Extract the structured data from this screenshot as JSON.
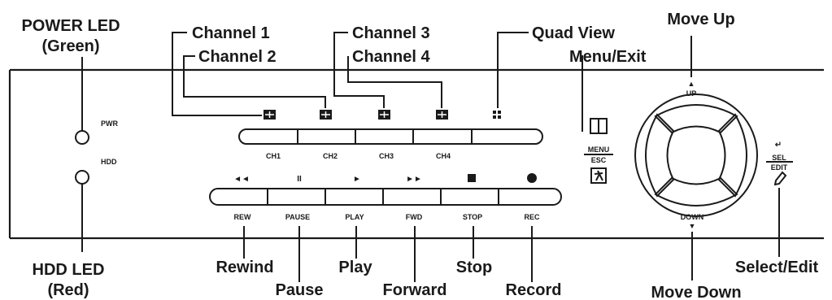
{
  "callouts": {
    "power_led": "POWER LED",
    "power_led_color": "(Green)",
    "hdd_led": "HDD LED",
    "hdd_led_color": "(Red)",
    "channel1": "Channel 1",
    "channel2": "Channel 2",
    "channel3": "Channel 3",
    "channel4": "Channel 4",
    "quad_view": "Quad View",
    "menu_exit": "Menu/Exit",
    "move_up": "Move Up",
    "move_down": "Move Down",
    "select_edit": "Select/Edit",
    "rewind": "Rewind",
    "pause": "Pause",
    "play": "Play",
    "forward": "Forward",
    "stop": "Stop",
    "record": "Record"
  },
  "panel_labels": {
    "pwr": "PWR",
    "hdd": "HDD",
    "ch1": "CH1",
    "ch2": "CH2",
    "ch3": "CH3",
    "ch4": "CH4",
    "rew": "REW",
    "pause": "PAUSE",
    "play": "PLAY",
    "fwd": "FWD",
    "stop": "STOP",
    "rec": "REC",
    "menu": "MENU",
    "esc": "ESC",
    "sel": "SEL",
    "edit": "EDIT",
    "up": "UP",
    "down": "DOWN"
  },
  "glyphs": {
    "rew": "◄◄",
    "pause": "II",
    "play": "►",
    "fwd": "►►",
    "up_arrow": "▲",
    "down_arrow": "▼",
    "enter": "↵"
  },
  "icons": {
    "channel": "grid-icon",
    "quad": "quad-dots-icon",
    "menu": "book-icon",
    "esc": "exit-person-icon",
    "edit": "pencil-icon",
    "stop": "square-icon",
    "rec": "circle-icon"
  }
}
